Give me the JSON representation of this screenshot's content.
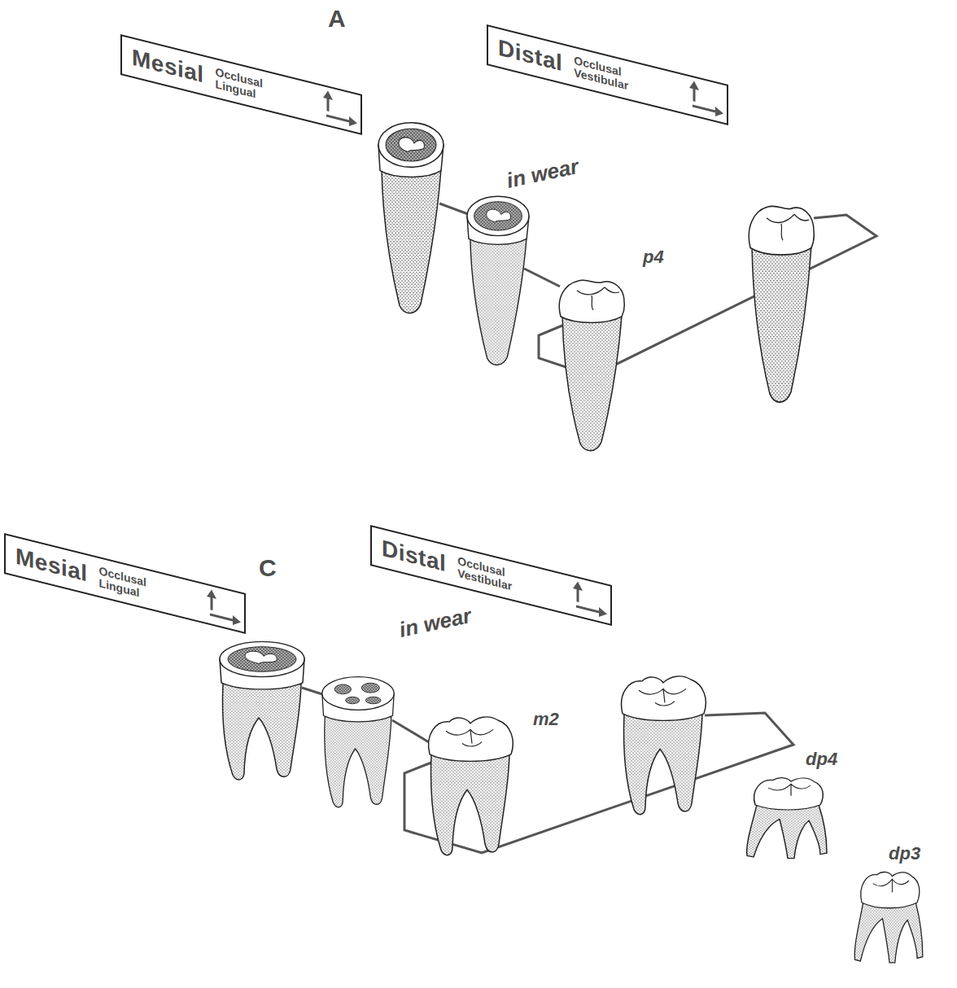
{
  "diagram": {
    "nodes": [
      {
        "text": [
          "Mesial",
          "Occlusal Lingual"
        ]
      },
      {
        "text": [
          "Distal",
          "Occlusal Vestibular"
        ]
      },
      {
        "text": [
          "Mesial",
          "Occlusal Lingual"
        ]
      },
      {
        "text": [
          "Distal",
          "Occlusal Vestibular"
        ]
      }
    ],
    "labels": [
      "A",
      "in wear",
      "p4",
      "C",
      "in wear",
      "m2",
      "dp4",
      "dp3"
    ]
  }
}
